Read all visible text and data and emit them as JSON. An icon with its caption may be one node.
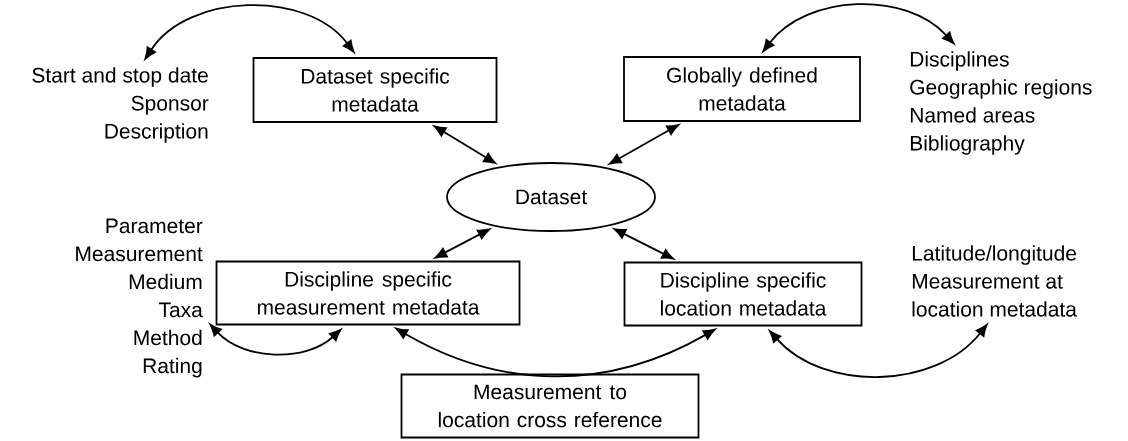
{
  "diagram": {
    "nodes": [
      {
        "text": [
          "Start and stop date",
          "Sponsor",
          "Description"
        ]
      },
      {
        "text": [
          "Dataset specific metadata"
        ]
      },
      {
        "text": [
          "Globally defined metadata"
        ]
      },
      {
        "text": [
          "Disciplines",
          "Geographic regions",
          "Named areas",
          "Bibliography"
        ]
      },
      {
        "text": [
          "Dataset"
        ]
      },
      {
        "text": [
          "Parameter",
          "Measurement",
          "Medium",
          "Taxa",
          "Method",
          "Rating"
        ]
      },
      {
        "text": [
          "Discipline specific measurement metadata"
        ]
      },
      {
        "text": [
          "Discipline specific location metadata"
        ]
      },
      {
        "text": [
          "Latitude/longitude",
          "Measurement at",
          "location metadata"
        ]
      },
      {
        "text": [
          "Measurement to location cross reference"
        ]
      }
    ],
    "edges": [
      {
        "from": 0,
        "to": 1,
        "arrow": "both"
      },
      {
        "from": 2,
        "to": 3,
        "arrow": "both"
      },
      {
        "from": 1,
        "to": 4,
        "arrow": "both"
      },
      {
        "from": 2,
        "to": 4,
        "arrow": "both"
      },
      {
        "from": 6,
        "to": 4,
        "arrow": "both"
      },
      {
        "from": 7,
        "to": 4,
        "arrow": "both"
      },
      {
        "from": 5,
        "to": 6,
        "arrow": "both"
      },
      {
        "from": 6,
        "to": 7,
        "arrow": "both"
      },
      {
        "from": 7,
        "to": 8,
        "arrow": "both"
      }
    ]
  }
}
